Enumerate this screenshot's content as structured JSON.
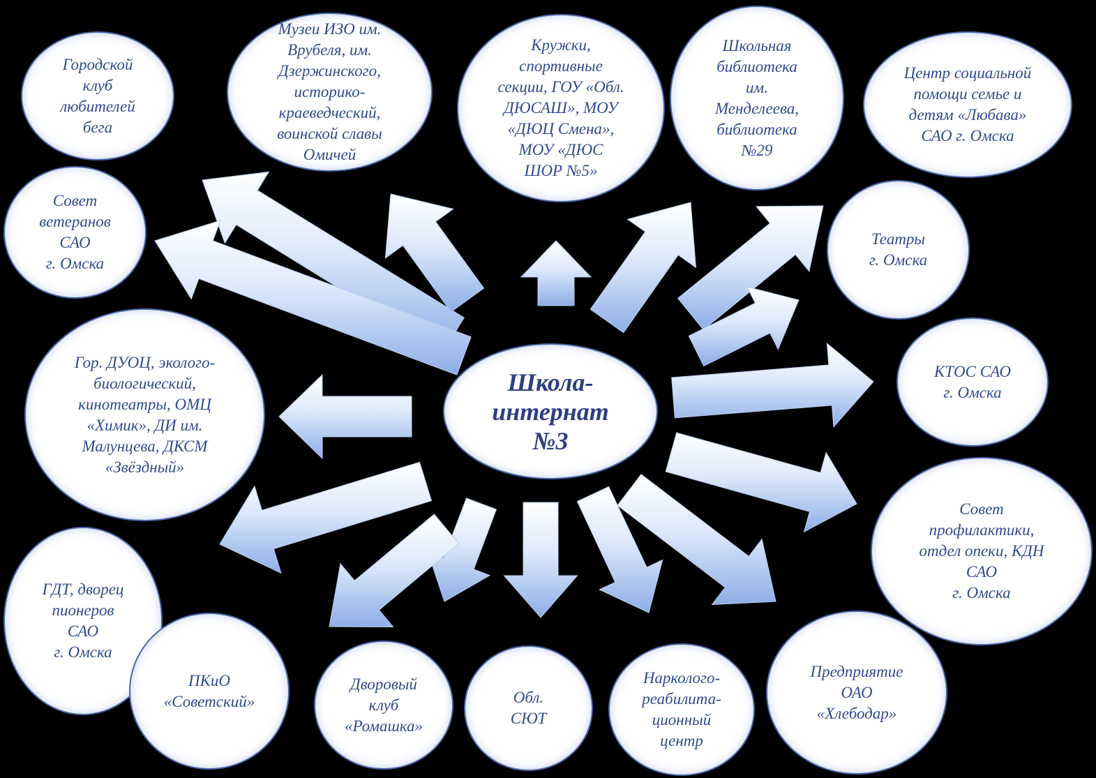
{
  "center": {
    "label": "Школа-\nинтернат\n№3"
  },
  "partners": [
    {
      "label": "Городской\nклуб\nлюбителей\nбега"
    },
    {
      "label": "Музеи ИЗО им.\nВрубеля, им.\nДзержинского,\nисторико-\nкраеведческий,\nвоинской славы\nОмичей"
    },
    {
      "label": "Кружки,\nспортивные\nсекции, ГОУ «Обл.\nДЮСАШ», МОУ\n«ДЮЦ Смена»,\nМОУ «ДЮС\nШОР №5»"
    },
    {
      "label": "Школьная\nбиблиотека\nим.\nМенделеева,\nбиблиотека\n№29"
    },
    {
      "label": "Центр социальной\nпомощи семье и\nдетям «Любава»\nСАО г. Омска"
    },
    {
      "label": "Совет\nветеранов\nСАО\nг. Омска"
    },
    {
      "label": "Театры\nг. Омска"
    },
    {
      "label": "Гор. ДУОЦ, эколого-\nбиологический,\nкинотеатры, ОМЦ\n«Химик», ДИ им.\nМалунцева, ДКСМ\n«Звёздный»"
    },
    {
      "label": "КТОС САО\nг. Омска"
    },
    {
      "label": "Совет\nпрофилактики,\nотдел опеки, КДН\nСАО\nг. Омска"
    },
    {
      "label": "ГДТ, дворец\nпионеров\nСАО\nг. Омска"
    },
    {
      "label": "ПКиО\n«Советский»"
    },
    {
      "label": "Дворовый\nклуб\n«Ромашка»"
    },
    {
      "label": "Обл.\nСЮТ"
    },
    {
      "label": "Нарколого-\nреабилита-\nционный\nцентр"
    },
    {
      "label": "Предприятие\nОАО\n«Хлебодар»"
    }
  ]
}
